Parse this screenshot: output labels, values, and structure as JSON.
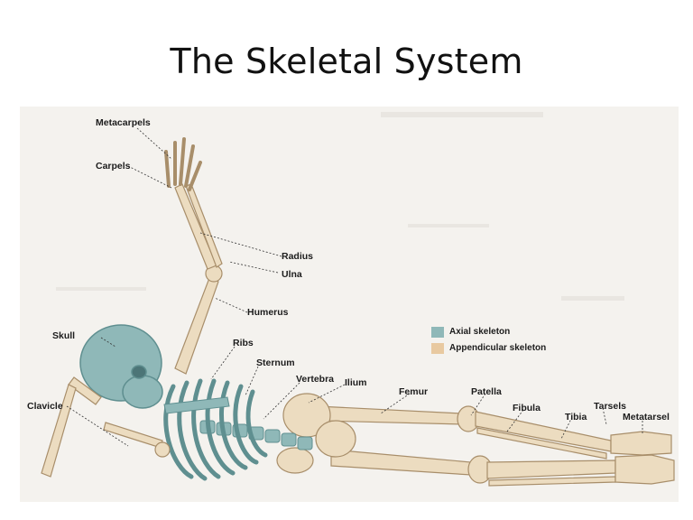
{
  "title": "The Skeletal System",
  "legend": [
    {
      "label": "Axial skeleton",
      "color": "#8fb8b8"
    },
    {
      "label": "Appendicular skeleton",
      "color": "#e8c9a0"
    }
  ],
  "labels": {
    "metacarpels": "Metacarpels",
    "carpels": "Carpels",
    "radius": "Radius",
    "ulna": "Ulna",
    "humerus": "Humerus",
    "skull": "Skull",
    "ribs": "Ribs",
    "sternum": "Sternum",
    "vertebra": "Vertebra",
    "ilium": "Ilium",
    "femur": "Femur",
    "patella": "Patella",
    "fibula": "Fibula",
    "tarsels": "Tarsels",
    "tibia": "Tibia",
    "metatarsel": "Metatarsel",
    "clavicle": "Clavicle"
  },
  "colors": {
    "axial": "#8fb8b8",
    "axial_dark": "#5f8f90",
    "bone": "#ecdcc0",
    "bone_edge": "#a88e6a",
    "background": "#f4f2ee"
  }
}
